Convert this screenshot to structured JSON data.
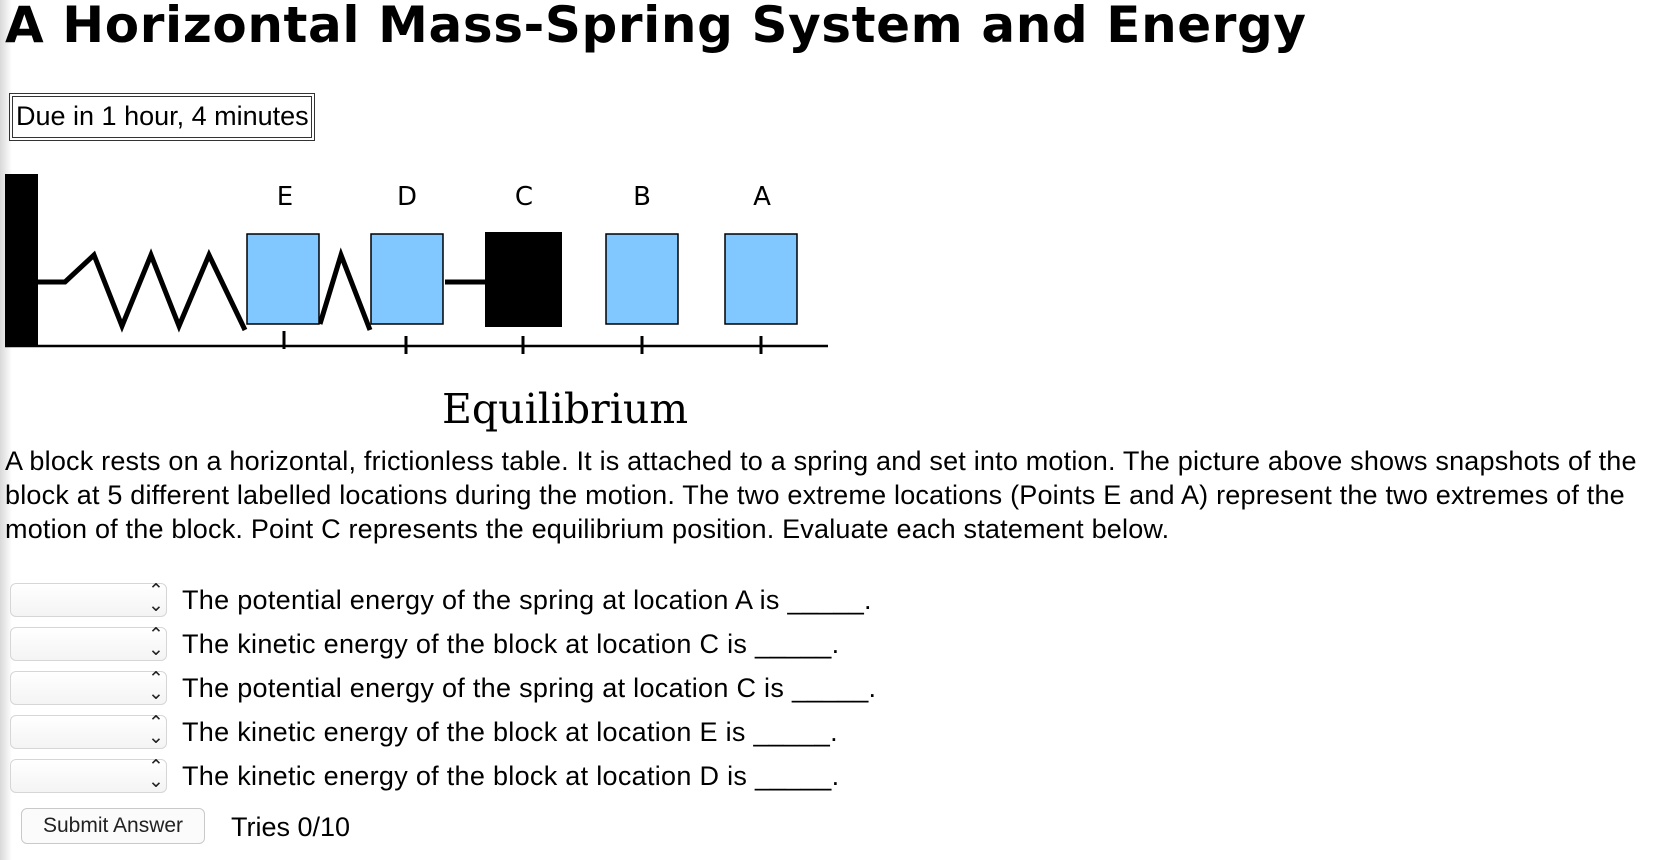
{
  "page": {
    "title": "A Horizontal Mass-Spring System and Energy",
    "due": "Due in 1 hour, 4 minutes"
  },
  "figure": {
    "labels": [
      "E",
      "D",
      "C",
      "B",
      "A"
    ],
    "equilibrium_label": "Equilibrium",
    "colors": {
      "block": "#80c8ff",
      "equilibrium_block": "#000000",
      "wall": "#000000"
    }
  },
  "description": "A block rests on a horizontal, frictionless table. It is attached to a spring and set into motion. The picture above shows snapshots of the block at 5 different labelled locations during the motion. The two extreme locations (Points E and A) represent the two extremes of the motion of the block. Point C represents the equilibrium position. Evaluate each statement below.",
  "statements": [
    {
      "text": "The potential energy of the spring at location A is _____.",
      "selected": ""
    },
    {
      "text": "The kinetic energy of the block at location C is _____.",
      "selected": ""
    },
    {
      "text": "The potential energy of the spring at location C is _____.",
      "selected": ""
    },
    {
      "text": "The kinetic energy of the block at location E is _____.",
      "selected": ""
    },
    {
      "text": "The kinetic energy of the block at location D is _____.",
      "selected": ""
    }
  ],
  "controls": {
    "select_icon": "up-down-chevron-icon",
    "submit_label": "Submit Answer",
    "tries": "Tries 0/10"
  }
}
